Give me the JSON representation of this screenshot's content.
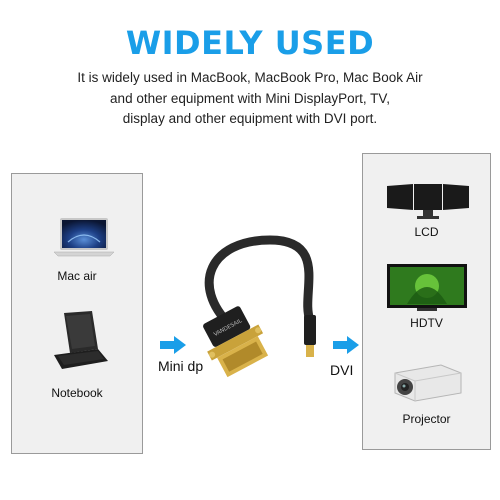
{
  "header": {
    "title": "WIDELY USED",
    "description_lines": [
      "It is widely used in MacBook, MacBook Pro, Mac Book Air",
      "and other equipment with Mini DisplayPort, TV,",
      "display and other equipment with DVI port."
    ]
  },
  "left_panel": {
    "items": [
      {
        "label": "Mac air",
        "icon": "laptop-icon"
      },
      {
        "label": "Notebook",
        "icon": "notebook-icon"
      }
    ]
  },
  "connection": {
    "input_label": "Mini dp",
    "output_label": "DVI",
    "cable_brand": "VANDESAIL"
  },
  "right_panel": {
    "items": [
      {
        "label": "LCD",
        "icon": "monitor-icon"
      },
      {
        "label": "HDTV",
        "icon": "tv-icon"
      },
      {
        "label": "Projector",
        "icon": "projector-icon"
      }
    ]
  },
  "colors": {
    "title": "#1a9ee8",
    "arrow": "#1a9ee8",
    "panel_bg": "#f0f0f0",
    "panel_border": "#9a9a9a"
  }
}
